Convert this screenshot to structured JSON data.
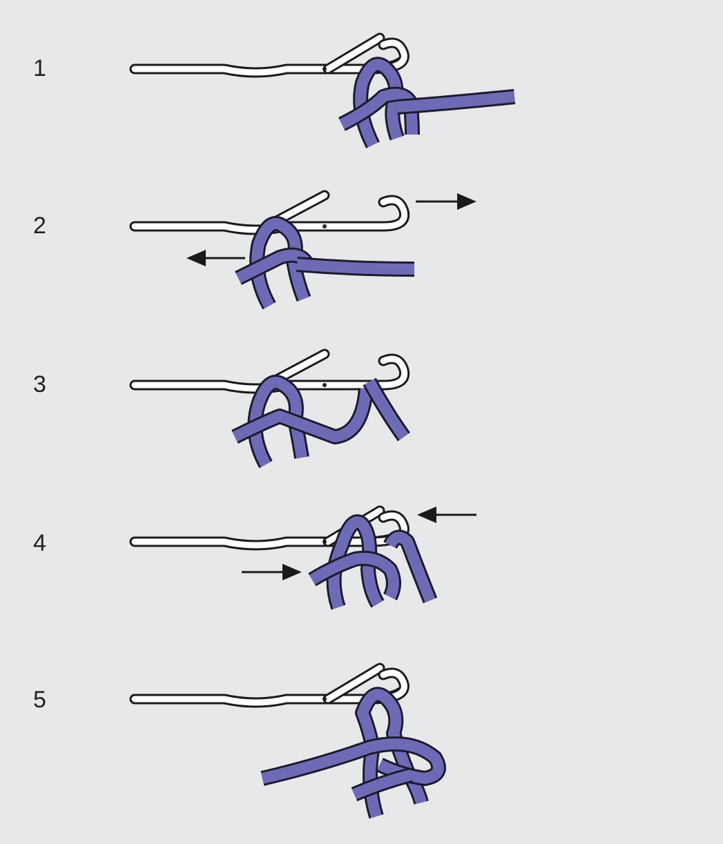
{
  "steps": [
    {
      "number": "1"
    },
    {
      "number": "2"
    },
    {
      "number": "3"
    },
    {
      "number": "4"
    },
    {
      "number": "5"
    }
  ],
  "colors": {
    "background": "#e6e8ea",
    "yarn": "#6e6bb6",
    "yarn_outline": "#1b1b2e",
    "hook": "#ffffff",
    "hook_outline": "#1b1b1b",
    "arrow": "#1b1b1b",
    "text": "#222222"
  },
  "icons": {
    "hook": "crochet-hook-icon",
    "yarn": "yarn-strand-icon",
    "arrow_right": "arrow-right-icon",
    "arrow_left": "arrow-left-icon"
  }
}
